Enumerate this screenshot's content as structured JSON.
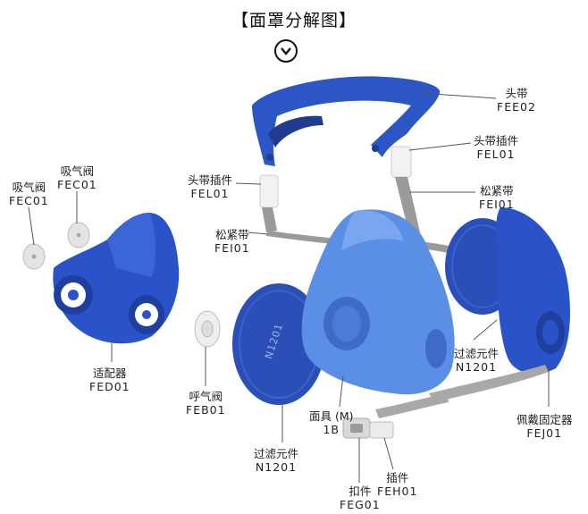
{
  "title": "【面罩分解图】",
  "icons": {
    "down": "chevron-down-circle-icon"
  },
  "parts": {
    "headband": {
      "name": "头带",
      "code": "FEE02"
    },
    "headband_insert_right": {
      "name": "头带插件",
      "code": "FEL01"
    },
    "headband_insert_left": {
      "name": "头带插件",
      "code": "FEL01"
    },
    "elastic_band_right": {
      "name": "松紧带",
      "code": "FEI01"
    },
    "elastic_band_left": {
      "name": "松紧带",
      "code": "FEI01"
    },
    "inhale_valve_1": {
      "name": "吸气阀",
      "code": "FEC01"
    },
    "inhale_valve_2": {
      "name": "吸气阀",
      "code": "FEC01"
    },
    "adapter": {
      "name": "适配器",
      "code": "FED01"
    },
    "exhale_valve": {
      "name": "呼气阀",
      "code": "FEB01"
    },
    "filter_left": {
      "name": "过滤元件",
      "code": "N1201"
    },
    "filter_right": {
      "name": "过滤元件",
      "code": "N1201"
    },
    "mask_body": {
      "name": "面具 (M)",
      "code": "1B"
    },
    "holder": {
      "name": "佩戴固定器",
      "code": "FEJ01"
    },
    "buckle": {
      "name": "扣件",
      "code": "FEG01"
    },
    "insert": {
      "name": "插件",
      "code": "FEH01"
    }
  },
  "filter_print": "N1201",
  "colors": {
    "blue": "#2b53c9",
    "light_blue": "#5b8fe6",
    "navy": "#1f3c8f",
    "grey_strap": "#9a9a9a"
  }
}
